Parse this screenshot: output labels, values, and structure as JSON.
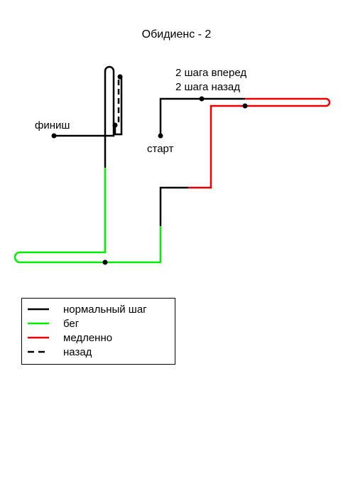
{
  "title": "Обидиенс - 2",
  "labels": {
    "finish": "финиш",
    "start": "старт",
    "instruction_line1": "2 шага вперед",
    "instruction_line2": "2 шага назад"
  },
  "colors": {
    "normal": "#000000",
    "run": "#00ee00",
    "slow": "#ee0000",
    "back": "#000000"
  },
  "legend": [
    {
      "key": "normal",
      "label": "нормальный шаг",
      "style": "solid",
      "color": "#000000"
    },
    {
      "key": "run",
      "label": "бег",
      "style": "solid",
      "color": "#00ee00"
    },
    {
      "key": "slow",
      "label": "медленно",
      "style": "solid",
      "color": "#ee0000"
    },
    {
      "key": "back",
      "label": "назад",
      "style": "dashed",
      "color": "#000000"
    }
  ]
}
